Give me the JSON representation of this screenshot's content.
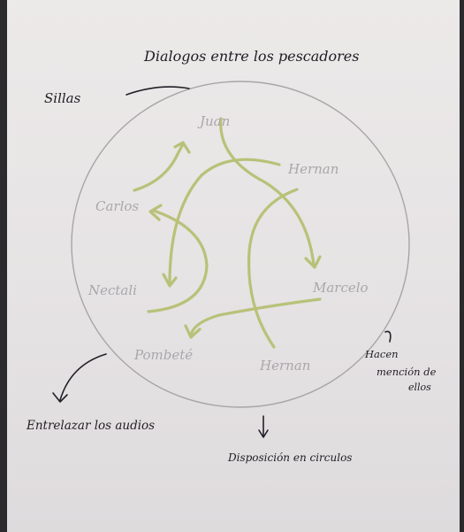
{
  "title": "Dialogos entre los pescadores",
  "labels": {
    "sillas": "Sillas",
    "entrelazar": "Entrelazar los audios",
    "disposicion": "Disposición en circulos",
    "hacen_1": "Hacen",
    "hacen_2": "mención de",
    "hacen_3": "ellos"
  },
  "participants": [
    "Juan",
    "Hernan",
    "Carlos",
    "Nectali",
    "Marcelo",
    "Pombeté",
    "Hernan"
  ],
  "colors": {
    "ink": "#1f1d24",
    "pencil": "#a9a7ab",
    "arrows": "#b7c278",
    "paper": "#e8e5e6"
  }
}
